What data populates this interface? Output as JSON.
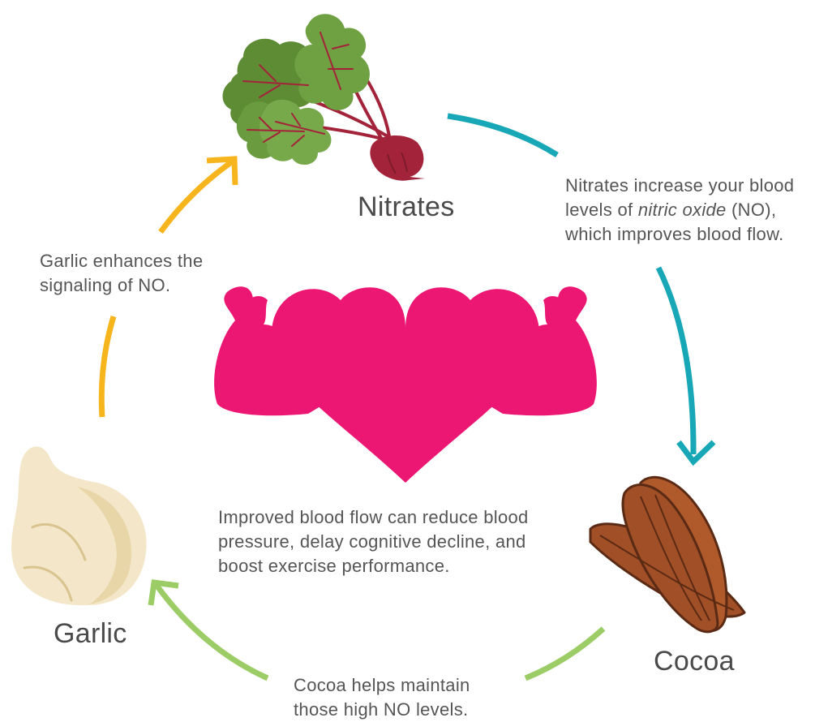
{
  "nodes": {
    "nitrates": "Nitrates",
    "cocoa": "Cocoa",
    "garlic": "Garlic"
  },
  "notes": {
    "nitrates_note": {
      "line1": "Nitrates increase your blood",
      "line2_pre": "levels of ",
      "line2_em": "nitric oxide",
      "line2_post": " (NO),",
      "line3": "which improves blood flow."
    },
    "cocoa_note": {
      "line1": "Cocoa helps maintain",
      "line2": "those high NO levels."
    },
    "garlic_note": {
      "line1": "Garlic enhances the",
      "line2": "signaling of NO."
    },
    "center_note": {
      "line1": "Improved blood flow can reduce blood",
      "line2": "pressure, delay cognitive decline, and",
      "line3": "boost exercise performance."
    }
  },
  "colors": {
    "teal_arrow": "#17a7b6",
    "green_arrow": "#9ccc65",
    "yellow_arrow": "#f7b51d",
    "heart": "#ec1673",
    "beet_leaf": "#6a9b3e",
    "beet_root": "#a3243a",
    "cocoa_bean": "#a14f26",
    "garlic": "#f4e7c9"
  },
  "icons": [
    "beet-icon",
    "cocoa-bean-icon",
    "garlic-icon",
    "flexing-heart-icon"
  ]
}
